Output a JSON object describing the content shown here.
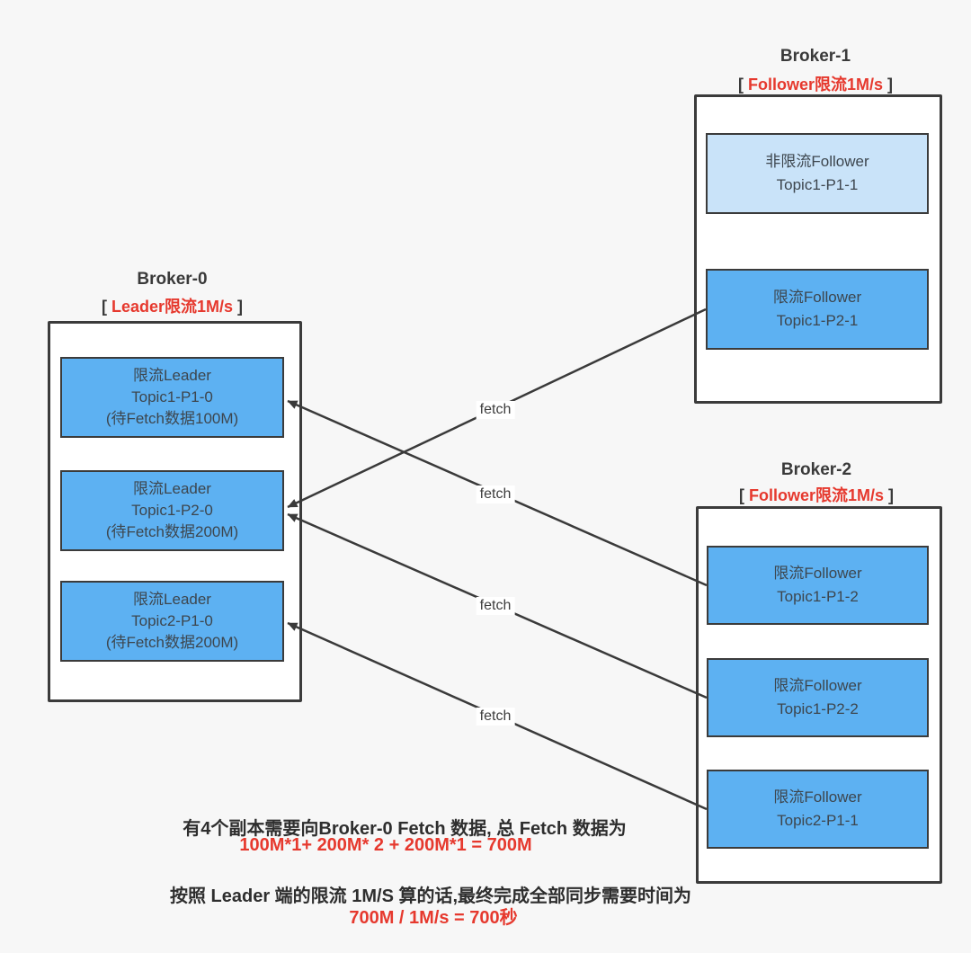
{
  "colors": {
    "background": "#f7f7f7",
    "broker_fill": "#ffffff",
    "border_dark": "#3b3b3b",
    "throttled_blue": "#5db1f2",
    "unthrottled_blue": "#c9e3f9",
    "accent_red": "#e6392e",
    "text_dark": "#3a3a3a"
  },
  "brokers": [
    {
      "title": "Broker-0",
      "subtitle": {
        "open": "[",
        "label": "Leader限流1M/s",
        "close": "]"
      },
      "partitions": [
        {
          "variant": "throttled",
          "lines": [
            "限流Leader",
            "Topic1-P1-0",
            "(待Fetch数据100M)"
          ]
        },
        {
          "variant": "throttled",
          "lines": [
            "限流Leader",
            "Topic1-P2-0",
            "(待Fetch数据200M)"
          ]
        },
        {
          "variant": "throttled",
          "lines": [
            "限流Leader",
            "Topic2-P1-0",
            "(待Fetch数据200M)"
          ]
        }
      ]
    },
    {
      "title": "Broker-1",
      "subtitle": {
        "open": "[",
        "label": "Follower限流1M/s",
        "close": "]"
      },
      "partitions": [
        {
          "variant": "unthrottled",
          "lines": [
            "非限流Follower",
            "Topic1-P1-1"
          ]
        },
        {
          "variant": "throttled",
          "lines": [
            "限流Follower",
            "Topic1-P2-1"
          ]
        }
      ]
    },
    {
      "title": "Broker-2",
      "subtitle": {
        "open": "[",
        "label": "Follower限流1M/s",
        "close": "]"
      },
      "partitions": [
        {
          "variant": "throttled",
          "lines": [
            "限流Follower",
            "Topic1-P1-2"
          ]
        },
        {
          "variant": "throttled",
          "lines": [
            "限流Follower",
            "Topic1-P2-2"
          ]
        },
        {
          "variant": "throttled",
          "lines": [
            "限流Follower",
            "Topic2-P1-1"
          ]
        }
      ]
    }
  ],
  "edges": [
    {
      "label": "fetch",
      "from": "Broker-1 Topic1-P2-1",
      "to": "Broker-0 Topic1-P2-0"
    },
    {
      "label": "fetch",
      "from": "Broker-2 Topic1-P1-2",
      "to": "Broker-0 Topic1-P1-0"
    },
    {
      "label": "fetch",
      "from": "Broker-2 Topic1-P2-2",
      "to": "Broker-0 Topic1-P2-0"
    },
    {
      "label": "fetch",
      "from": "Broker-2 Topic2-P1-1",
      "to": "Broker-0 Topic2-P1-0"
    }
  ],
  "notes": [
    {
      "text": "有4个副本需要向Broker-0 Fetch 数据, 总 Fetch 数据为",
      "color": "dark"
    },
    {
      "text": "100M*1+ 200M* 2 + 200M*1 = 700M",
      "color": "red"
    },
    {
      "text": "按照 Leader 端的限流 1M/S 算的话,最终完成全部同步需要时间为",
      "color": "dark"
    },
    {
      "text": "700M / 1M/s = 700秒",
      "color": "red"
    }
  ]
}
